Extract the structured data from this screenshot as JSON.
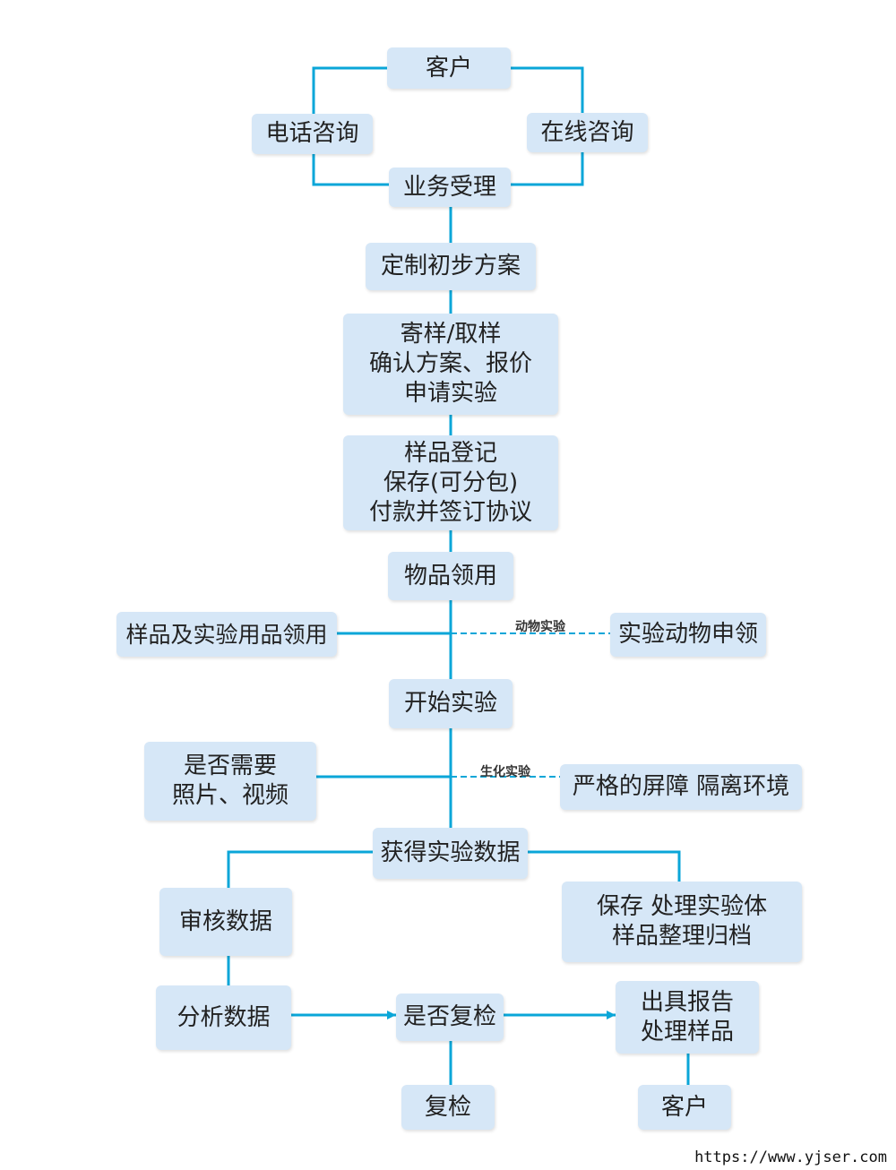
{
  "nodes": {
    "customer_top": "客户",
    "phone_consult": "电话咨询",
    "online_consult": "在线咨询",
    "business_accept": "业务受理",
    "custom_plan": "定制初步方案",
    "sample_send": "寄样/取样\n确认方案、报价\n申请实验",
    "sample_register": "样品登记\n保存(可分包)\n付款并签订协议",
    "item_requisition": "物品领用",
    "sample_lab_supplies": "样品及实验用品领用",
    "animal_requisition": "实验动物申领",
    "start_experiment": "开始实验",
    "photo_video": "是否需要\n照片、视频",
    "isolation_env": "严格的屏障 隔离环境",
    "get_data": "获得实验数据",
    "review_data": "审核数据",
    "store_archive": "保存 处理实验体\n样品整理归档",
    "analyze_data": "分析数据",
    "recheck_question": "是否复检",
    "report_sample": "出具报告\n处理样品",
    "recheck": "复检",
    "customer_bottom": "客户"
  },
  "edge_labels": {
    "animal_experiment": "动物实验",
    "biochem_experiment": "生化实验"
  },
  "colors": {
    "box_fill": "#d6e7f7",
    "line": "#0aa6d8",
    "text": "#222222"
  },
  "watermark": "https://www.yjser.com"
}
